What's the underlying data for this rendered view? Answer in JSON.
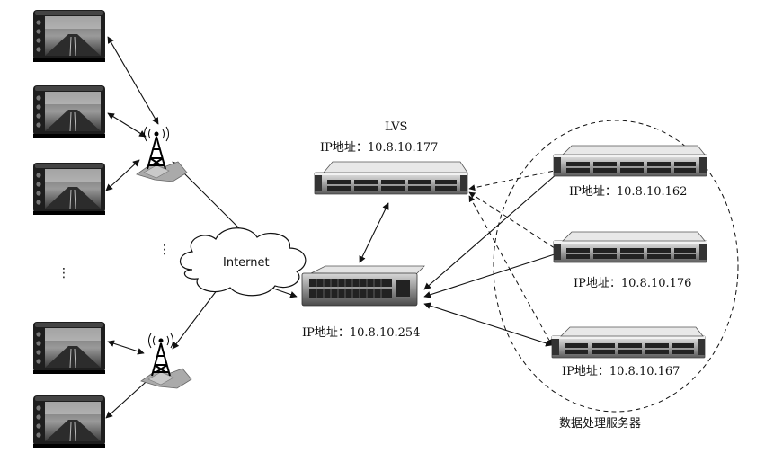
{
  "lvs": {
    "title": "LVS",
    "ip": "IP地址：10.8.10.177"
  },
  "internet_label": "Internet",
  "switch_ip": "IP地址：10.8.10.254",
  "servers": [
    {
      "ip": "IP地址：10.8.10.162"
    },
    {
      "ip": "IP地址：10.8.10.176"
    },
    {
      "ip": "IP地址：10.8.10.167"
    }
  ],
  "server_group_label": "数据处理服务器",
  "ellipsis_left": "⋮",
  "ellipsis_right": "⋮",
  "icons": [
    "vehicle-terminal-icon",
    "cell-tower-icon",
    "cloud-icon",
    "rack-server-icon",
    "network-switch-icon"
  ]
}
